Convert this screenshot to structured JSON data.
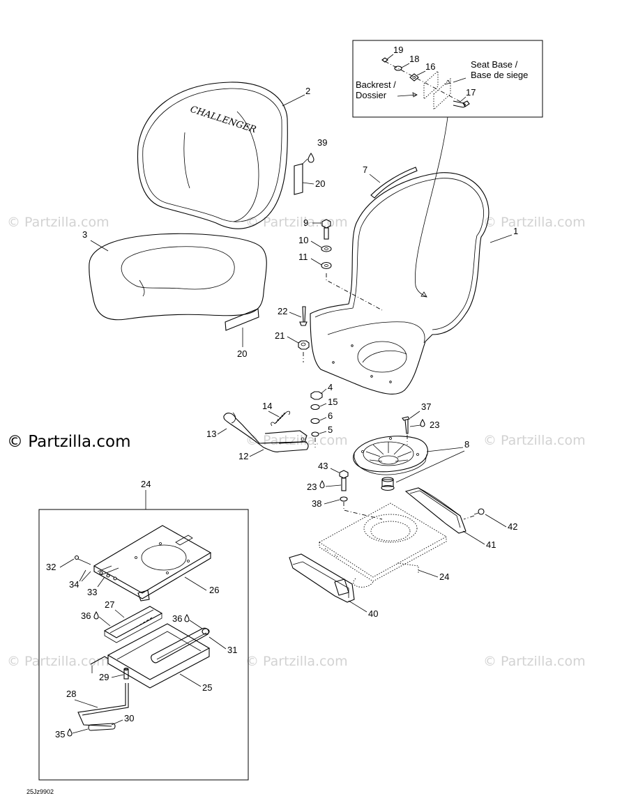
{
  "diagram": {
    "code": "25Jz9902",
    "brand_text": "CHALLENGER",
    "inset_labels": {
      "seat_base": "Seat Base /",
      "seat_base_fr": "Base de siege",
      "backrest": "Backrest /",
      "backrest_fr": "Dossier"
    },
    "watermark": "© Partzilla.com",
    "watermark_main": "© Partzilla.com",
    "callouts": {
      "c1": "1",
      "c2": "2",
      "c3": "3",
      "c4": "4",
      "c5": "5",
      "c6": "6",
      "c7": "7",
      "c8": "8",
      "c9": "9",
      "c10": "10",
      "c11": "11",
      "c12": "12",
      "c13": "13",
      "c14": "14",
      "c15": "15",
      "c16": "16",
      "c17": "17",
      "c18": "18",
      "c19": "19",
      "c20a": "20",
      "c20b": "20",
      "c21": "21",
      "c22": "22",
      "c23a": "23",
      "c23b": "23",
      "c24a": "24",
      "c24b": "24",
      "c25": "25",
      "c26": "26",
      "c27": "27",
      "c28": "28",
      "c29": "29",
      "c30": "30",
      "c31": "31",
      "c32": "32",
      "c33": "33",
      "c34": "34",
      "c35": "35",
      "c36a": "36",
      "c36b": "36",
      "c37": "37",
      "c38": "38",
      "c39": "39",
      "c40": "40",
      "c41": "41",
      "c42": "42",
      "c43": "43"
    },
    "icon": "oil-drop-icon"
  }
}
